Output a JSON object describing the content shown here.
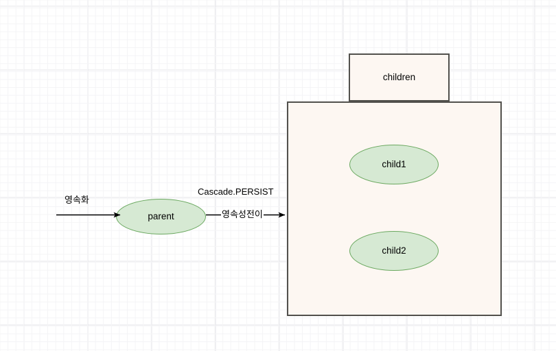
{
  "diagram": {
    "type": "jpa-cascade-persist-diagram",
    "background": {
      "grid": true,
      "minor_color": "#f4f4f6",
      "major_color": "#e6e6ea"
    },
    "palette": {
      "ellipse_fill": "#d6e9d3",
      "ellipse_stroke": "#6aa85f",
      "rect_fill": "#fdf7f2",
      "rect_stroke": "#51504c",
      "edge_stroke": "#000000",
      "text": "#000000"
    },
    "nodes": {
      "parent": {
        "label": "parent",
        "shape": "ellipse"
      },
      "children_box": {
        "label": "children",
        "shape": "rectangle"
      },
      "persistence_context": {
        "label": "",
        "shape": "rectangle"
      },
      "child1": {
        "label": "child1",
        "shape": "ellipse"
      },
      "child2": {
        "label": "child2",
        "shape": "ellipse"
      }
    },
    "edges": {
      "persist_in": {
        "label": "영속화",
        "arrow": "single"
      },
      "cascade": {
        "title": "Cascade.PERSIST",
        "label": "영속성전이",
        "arrow": "single"
      }
    }
  }
}
